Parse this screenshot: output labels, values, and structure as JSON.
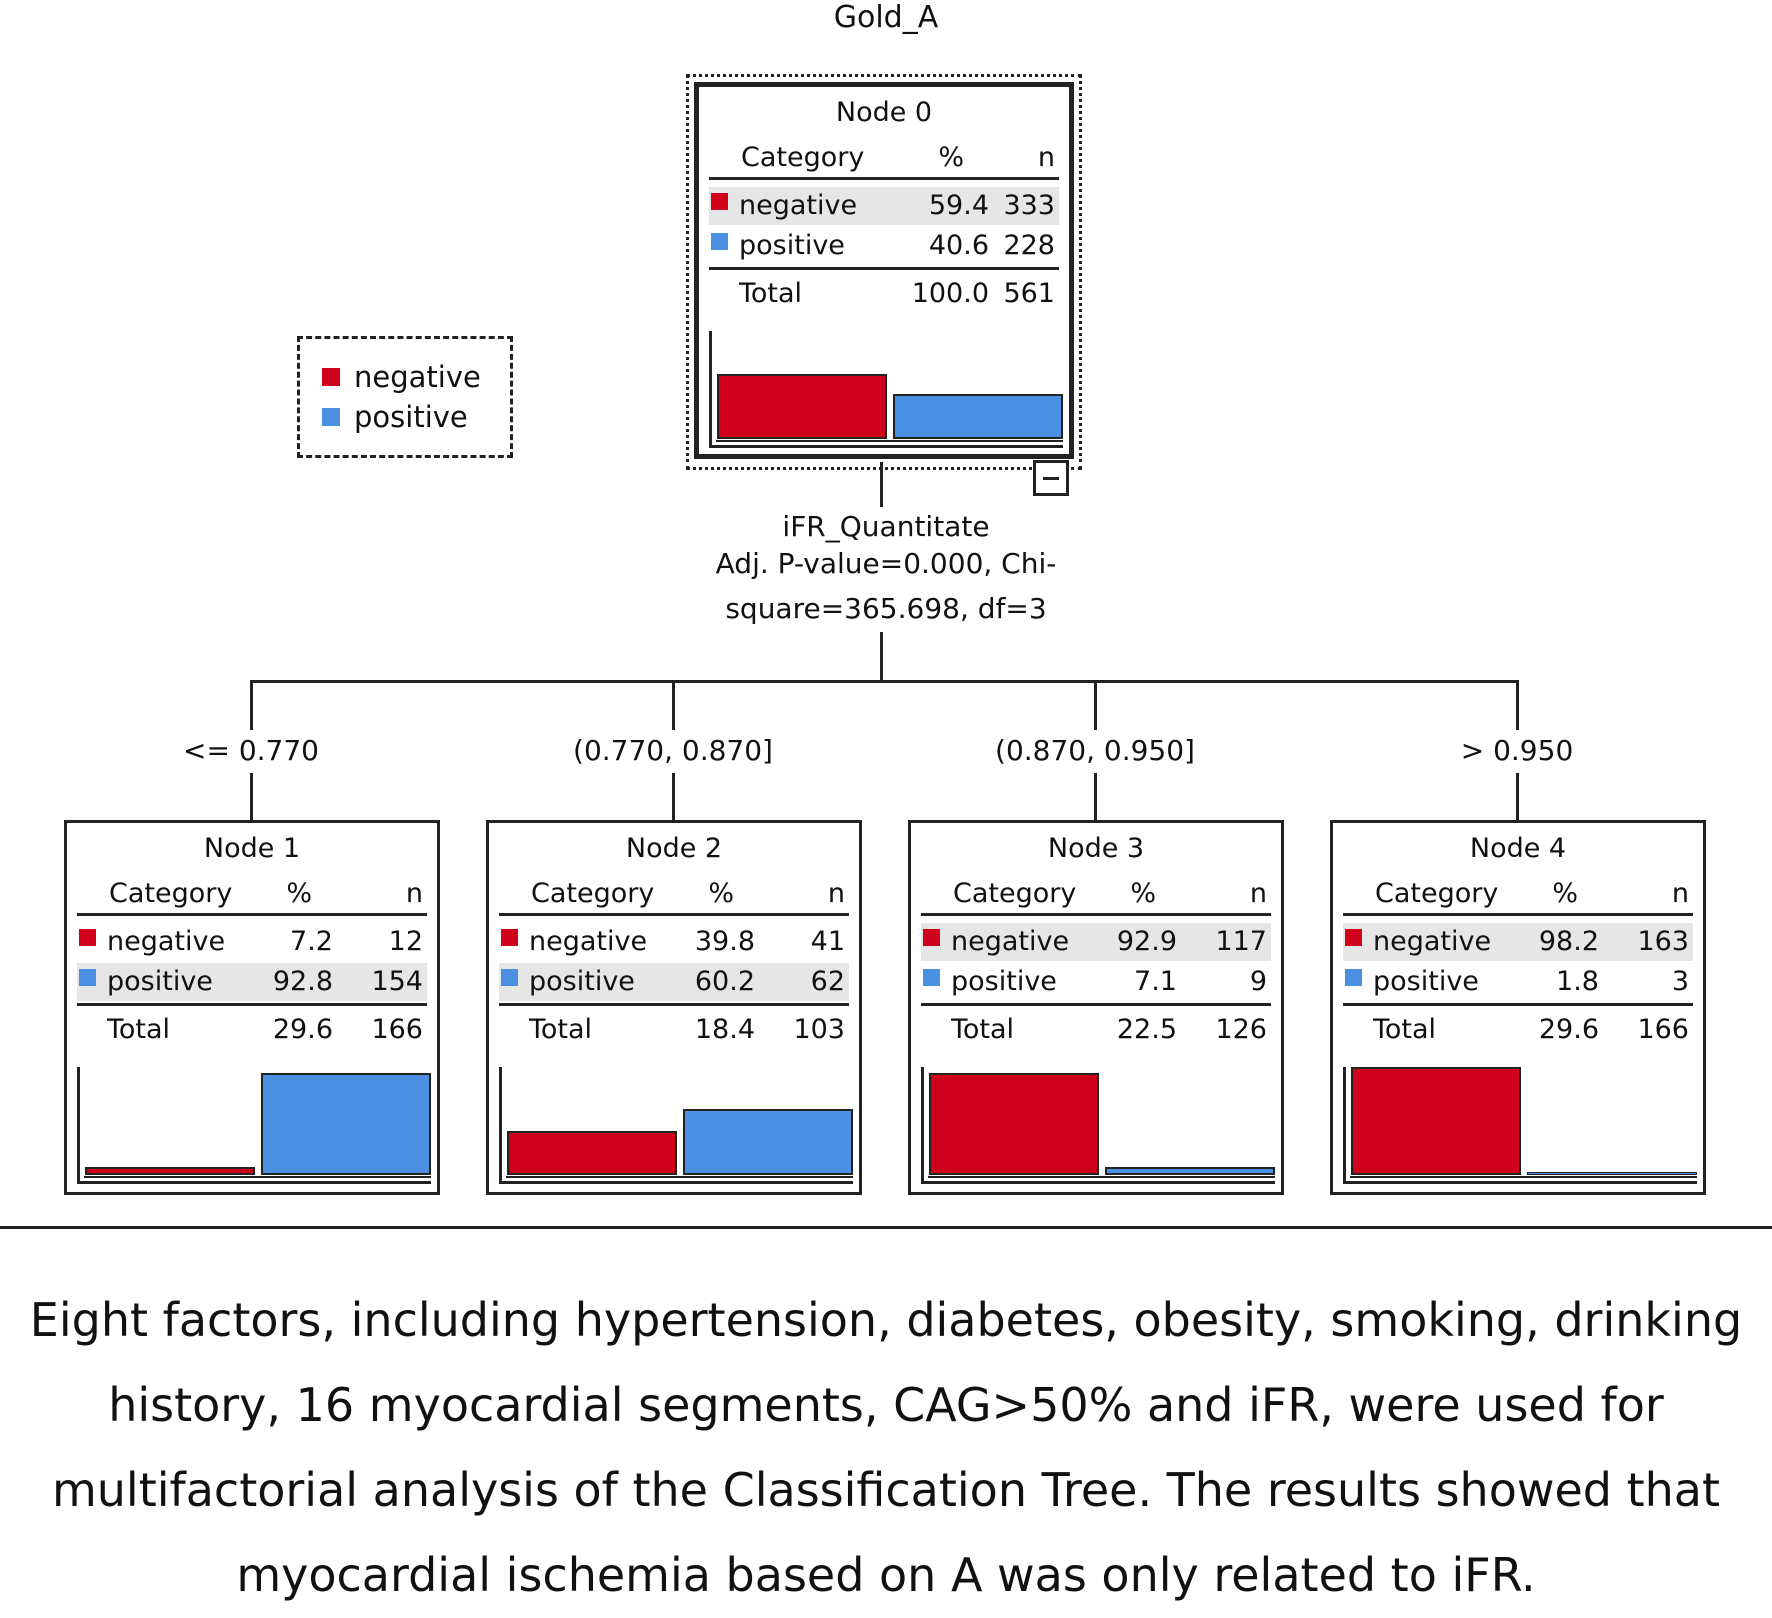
{
  "tree_title": "Gold_A",
  "colors": {
    "negative": "#d0021b",
    "positive": "#4a90e2"
  },
  "table_headers": {
    "category": "Category",
    "percent": "%",
    "n": "n"
  },
  "legend": [
    {
      "label": "negative",
      "color": "#d0021b"
    },
    {
      "label": "positive",
      "color": "#4a90e2"
    }
  ],
  "root": {
    "title": "Node 0",
    "rows": [
      {
        "label": "negative",
        "pct": "59.4",
        "n": "333"
      },
      {
        "label": "positive",
        "pct": "40.6",
        "n": "228"
      }
    ],
    "total": {
      "label": "Total",
      "pct": "100.0",
      "n": "561"
    },
    "bars": [
      59.4,
      40.6
    ]
  },
  "split": {
    "variable": "iFR_Quantitate",
    "stats_line1": "Adj. P-value=0.000, Chi-",
    "stats_line2": "square=365.698, df=3"
  },
  "children": [
    {
      "branch": "<= 0.770",
      "title": "Node 1",
      "rows": [
        {
          "label": "negative",
          "pct": "7.2",
          "n": "12"
        },
        {
          "label": "positive",
          "pct": "92.8",
          "n": "154"
        }
      ],
      "total": {
        "label": "Total",
        "pct": "29.6",
        "n": "166"
      },
      "bars": [
        7.2,
        92.8
      ]
    },
    {
      "branch": "(0.770, 0.870]",
      "title": "Node 2",
      "rows": [
        {
          "label": "negative",
          "pct": "39.8",
          "n": "41"
        },
        {
          "label": "positive",
          "pct": "60.2",
          "n": "62"
        }
      ],
      "total": {
        "label": "Total",
        "pct": "18.4",
        "n": "103"
      },
      "bars": [
        39.8,
        60.2
      ]
    },
    {
      "branch": "(0.870, 0.950]",
      "title": "Node 3",
      "rows": [
        {
          "label": "negative",
          "pct": "92.9",
          "n": "117"
        },
        {
          "label": "positive",
          "pct": "7.1",
          "n": "9"
        }
      ],
      "total": {
        "label": "Total",
        "pct": "22.5",
        "n": "126"
      },
      "bars": [
        92.9,
        7.1
      ]
    },
    {
      "branch": "> 0.950",
      "title": "Node 4",
      "rows": [
        {
          "label": "negative",
          "pct": "98.2",
          "n": "163"
        },
        {
          "label": "positive",
          "pct": "1.8",
          "n": "3"
        }
      ],
      "total": {
        "label": "Total",
        "pct": "29.6",
        "n": "166"
      },
      "bars": [
        98.2,
        1.8
      ]
    }
  ],
  "caption": "Eight factors, including hypertension, diabetes, obesity, smoking, drinking history, 16 myocardial segments, CAG>50% and iFR, were used for multifactorial analysis of the Classification Tree. The results showed that myocardial ischemia based on A was only related to iFR."
}
